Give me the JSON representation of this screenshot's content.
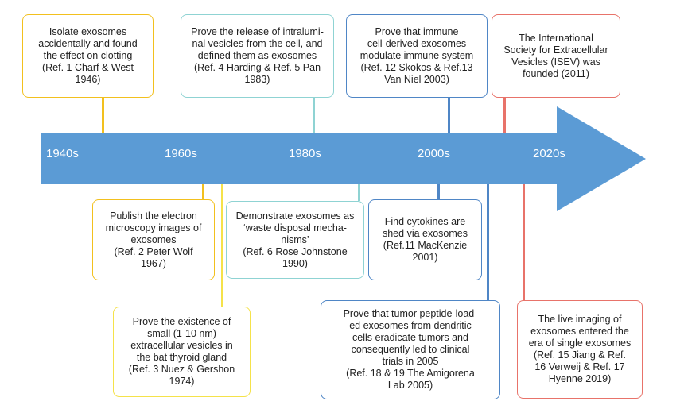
{
  "timeline": {
    "eras": [
      "1940s",
      "1960s",
      "1980s",
      "2000s",
      "2020s"
    ],
    "arrow_color": "#5b9bd5",
    "era_label_color": "#ffffff"
  },
  "events": [
    {
      "text": "Isolate exosomes\naccidentally and found\nthe effect on clotting\n(Ref. 1 Charf & West\n1946)",
      "color": "#f2c01e"
    },
    {
      "text": "Publish the electron\nmicroscopy images of\nexosomes\n(Ref. 2 Peter Wolf\n1967)",
      "color": "#f2c01e"
    },
    {
      "text": "Prove the existence of\nsmall (1-10 nm)\nextracellular vesicles in\nthe bat thyroid gland\n(Ref. 3 Nuez & Gershon\n1974)",
      "color": "#f5e24a"
    },
    {
      "text": "Prove the release of intralumi-\nnal vesicles from the cell, and\ndefined them as exosomes\n(Ref. 4 Harding & Ref. 5 Pan\n1983)",
      "color": "#8fd3d3"
    },
    {
      "text": "Demonstrate exosomes as\n‘waste disposal mecha-\nnisms’\n(Ref. 6 Rose Johnstone\n1990)",
      "color": "#8fd3d3"
    },
    {
      "text": "Prove that immune\ncell-derived exosomes\nmodulate immune system\n(Ref. 12 Skokos & Ref.13\nVan Niel 2003)",
      "color": "#4f86c6"
    },
    {
      "text": "Find cytokines are\nshed via exosomes\n(Ref.11 MacKenzie\n2001)",
      "color": "#4f86c6"
    },
    {
      "text": "Prove that tumor peptide-load-\ned exosomes from dendritic\ncells eradicate tumors and\nconsequently led to clinical\ntrials in 2005\n(Ref. 18 & 19 The Amigorena\nLab 2005)",
      "color": "#4f86c6"
    },
    {
      "text": "The International\nSociety for Extracellular\nVesicles (ISEV) was\nfounded (2011)",
      "color": "#e8736a"
    },
    {
      "text": "The live imaging of\nexosomes entered the\nera of single exosomes\n(Ref. 15 Jiang & Ref.\n16 Verweij & Ref. 17\nHyenne 2019)",
      "color": "#e8736a"
    }
  ]
}
